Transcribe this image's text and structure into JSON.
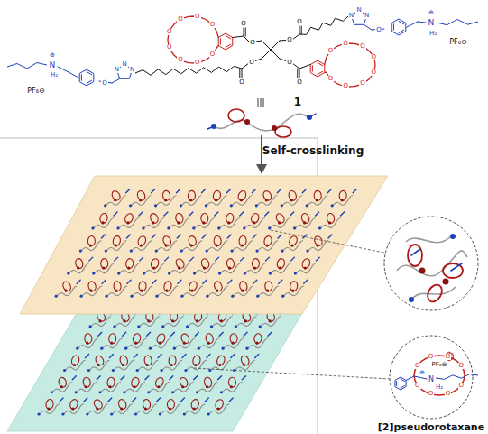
{
  "diagram": {
    "labels": [
      "1",
      "Self-crosslinking",
      "[2]pseudorotaxane",
      "PF₆⊖",
      "PF₆⊖",
      "PF₆⊖",
      "N",
      "N",
      "N",
      "H₂",
      "H₂",
      "H₂",
      "⊕",
      "⊕",
      "⊕",
      "N",
      "N",
      "N",
      "N",
      "N",
      "N",
      "O",
      "O",
      "O",
      "O",
      "O",
      "O",
      "O",
      "O",
      "O",
      "O",
      "O",
      "O",
      "O",
      "O",
      "O",
      "O",
      "O",
      "O",
      "O",
      "O",
      "O",
      "O",
      "O",
      "O",
      "O",
      "O",
      "O",
      "O",
      "O",
      "O",
      "O",
      "O",
      "O",
      "O"
    ]
  }
}
